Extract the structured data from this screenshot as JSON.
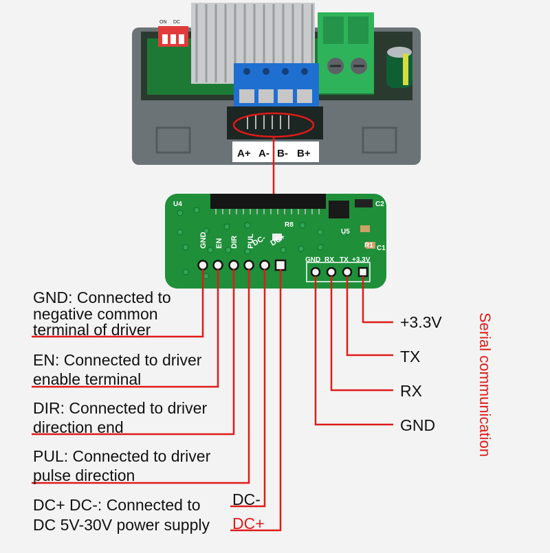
{
  "device": {
    "terminal_labels": [
      "A+",
      "A-",
      "B-",
      "B+"
    ],
    "dip_labels": [
      "ON",
      "DC"
    ]
  },
  "board": {
    "pin_labels": [
      "GND",
      "EN",
      "DIR",
      "PUL",
      "DC-",
      "DC+"
    ],
    "serial_pin_labels": [
      "GND",
      "RX",
      "TX",
      "+3.3V"
    ],
    "silkscreen": [
      "U4",
      "R8",
      "U5",
      "R1",
      "C1",
      "C2"
    ]
  },
  "left_annotations": {
    "gnd": [
      "GND: Connected to",
      "negative common",
      "terminal of driver"
    ],
    "en": [
      "EN: Connected to driver",
      "enable terminal"
    ],
    "dir": [
      "DIR: Connected to driver",
      "direction end"
    ],
    "pul": [
      "PUL: Connected to driver",
      "pulse direction"
    ],
    "dc": [
      "DC+ DC-: Connected to",
      "DC 5V-30V power supply"
    ],
    "dc_minus": "DC-",
    "dc_plus": "DC+"
  },
  "right_annotations": {
    "v33": "+3.3V",
    "tx": "TX",
    "rx": "RX",
    "gnd": "GND",
    "serial_title": "Serial communication"
  },
  "colors": {
    "leader_red": "#e01a1a",
    "pcb_green": "#1f8f3a",
    "housing_gray": "#6b7377",
    "terminal_blue": "#1f6fd1",
    "terminal_green": "#2fb35a"
  }
}
